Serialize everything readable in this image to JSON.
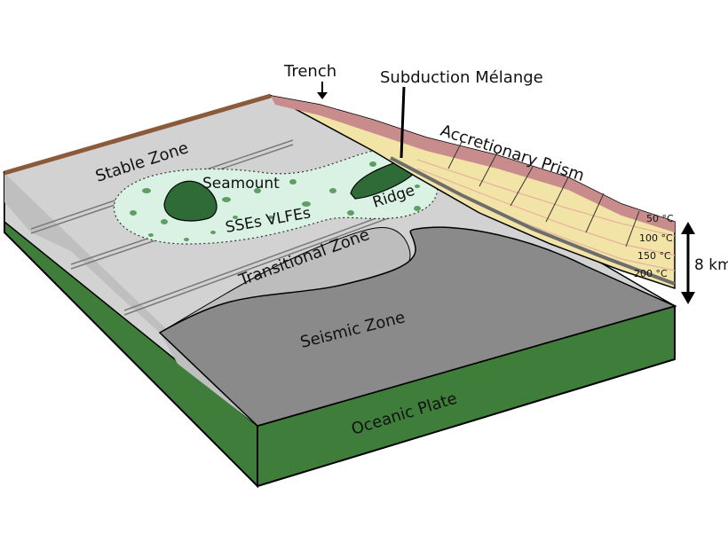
{
  "labels": {
    "trench": "Trench",
    "subduction_melange": "Subduction Mélange",
    "accretionary_prism": "Accretionary Prism",
    "stable_zone": "Stable Zone",
    "seamount": "Seamount",
    "ridge": "Ridge",
    "sses_vlfes": "SSEs VLFEs",
    "transitional_zone": "Transitional Zone",
    "seismic_zone": "Seismic Zone",
    "oceanic_plate": "Oceanic Plate",
    "depth_scale": "8 km"
  },
  "isotherms": [
    "50 °C",
    "100 °C",
    "150 °C",
    "200 °C"
  ],
  "colors": {
    "oceanic_plate": "#3f7d3a",
    "stable_zone": "#d2d2d2",
    "transitional_zone": "#bdbdbd",
    "seismic_zone": "#8a8a8a",
    "sse_region": "#d9f2e4",
    "seamount": "#2e6b37",
    "prism": "#f2e3a6",
    "prism_top": "#c98c8c"
  }
}
